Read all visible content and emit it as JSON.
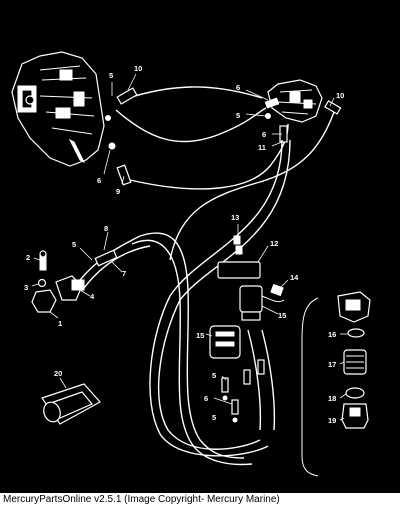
{
  "diagram": {
    "callouts": [
      {
        "id": "c1",
        "label": "1"
      },
      {
        "id": "c2",
        "label": "2"
      },
      {
        "id": "c3",
        "label": "3"
      },
      {
        "id": "c4",
        "label": "4"
      },
      {
        "id": "c5",
        "label": "5"
      },
      {
        "id": "c6",
        "label": "6"
      },
      {
        "id": "c7",
        "label": "7"
      },
      {
        "id": "c8",
        "label": "8"
      },
      {
        "id": "c9",
        "label": "9"
      },
      {
        "id": "c10",
        "label": "10"
      },
      {
        "id": "c11",
        "label": "11"
      },
      {
        "id": "c12",
        "label": "12"
      },
      {
        "id": "c13",
        "label": "13"
      },
      {
        "id": "c14",
        "label": "14"
      },
      {
        "id": "c15",
        "label": "15"
      },
      {
        "id": "c16",
        "label": "16"
      },
      {
        "id": "c17",
        "label": "17"
      },
      {
        "id": "c18",
        "label": "18"
      },
      {
        "id": "c19",
        "label": "19"
      },
      {
        "id": "c20",
        "label": "20"
      }
    ]
  },
  "footer": {
    "caption": "MercuryPartsOnline v2.5.1 (Image Copyright- Mercury Marine)"
  },
  "colors": {
    "background": "#000000",
    "linework": "#ffffff",
    "caption_bar": "#ffffff"
  }
}
